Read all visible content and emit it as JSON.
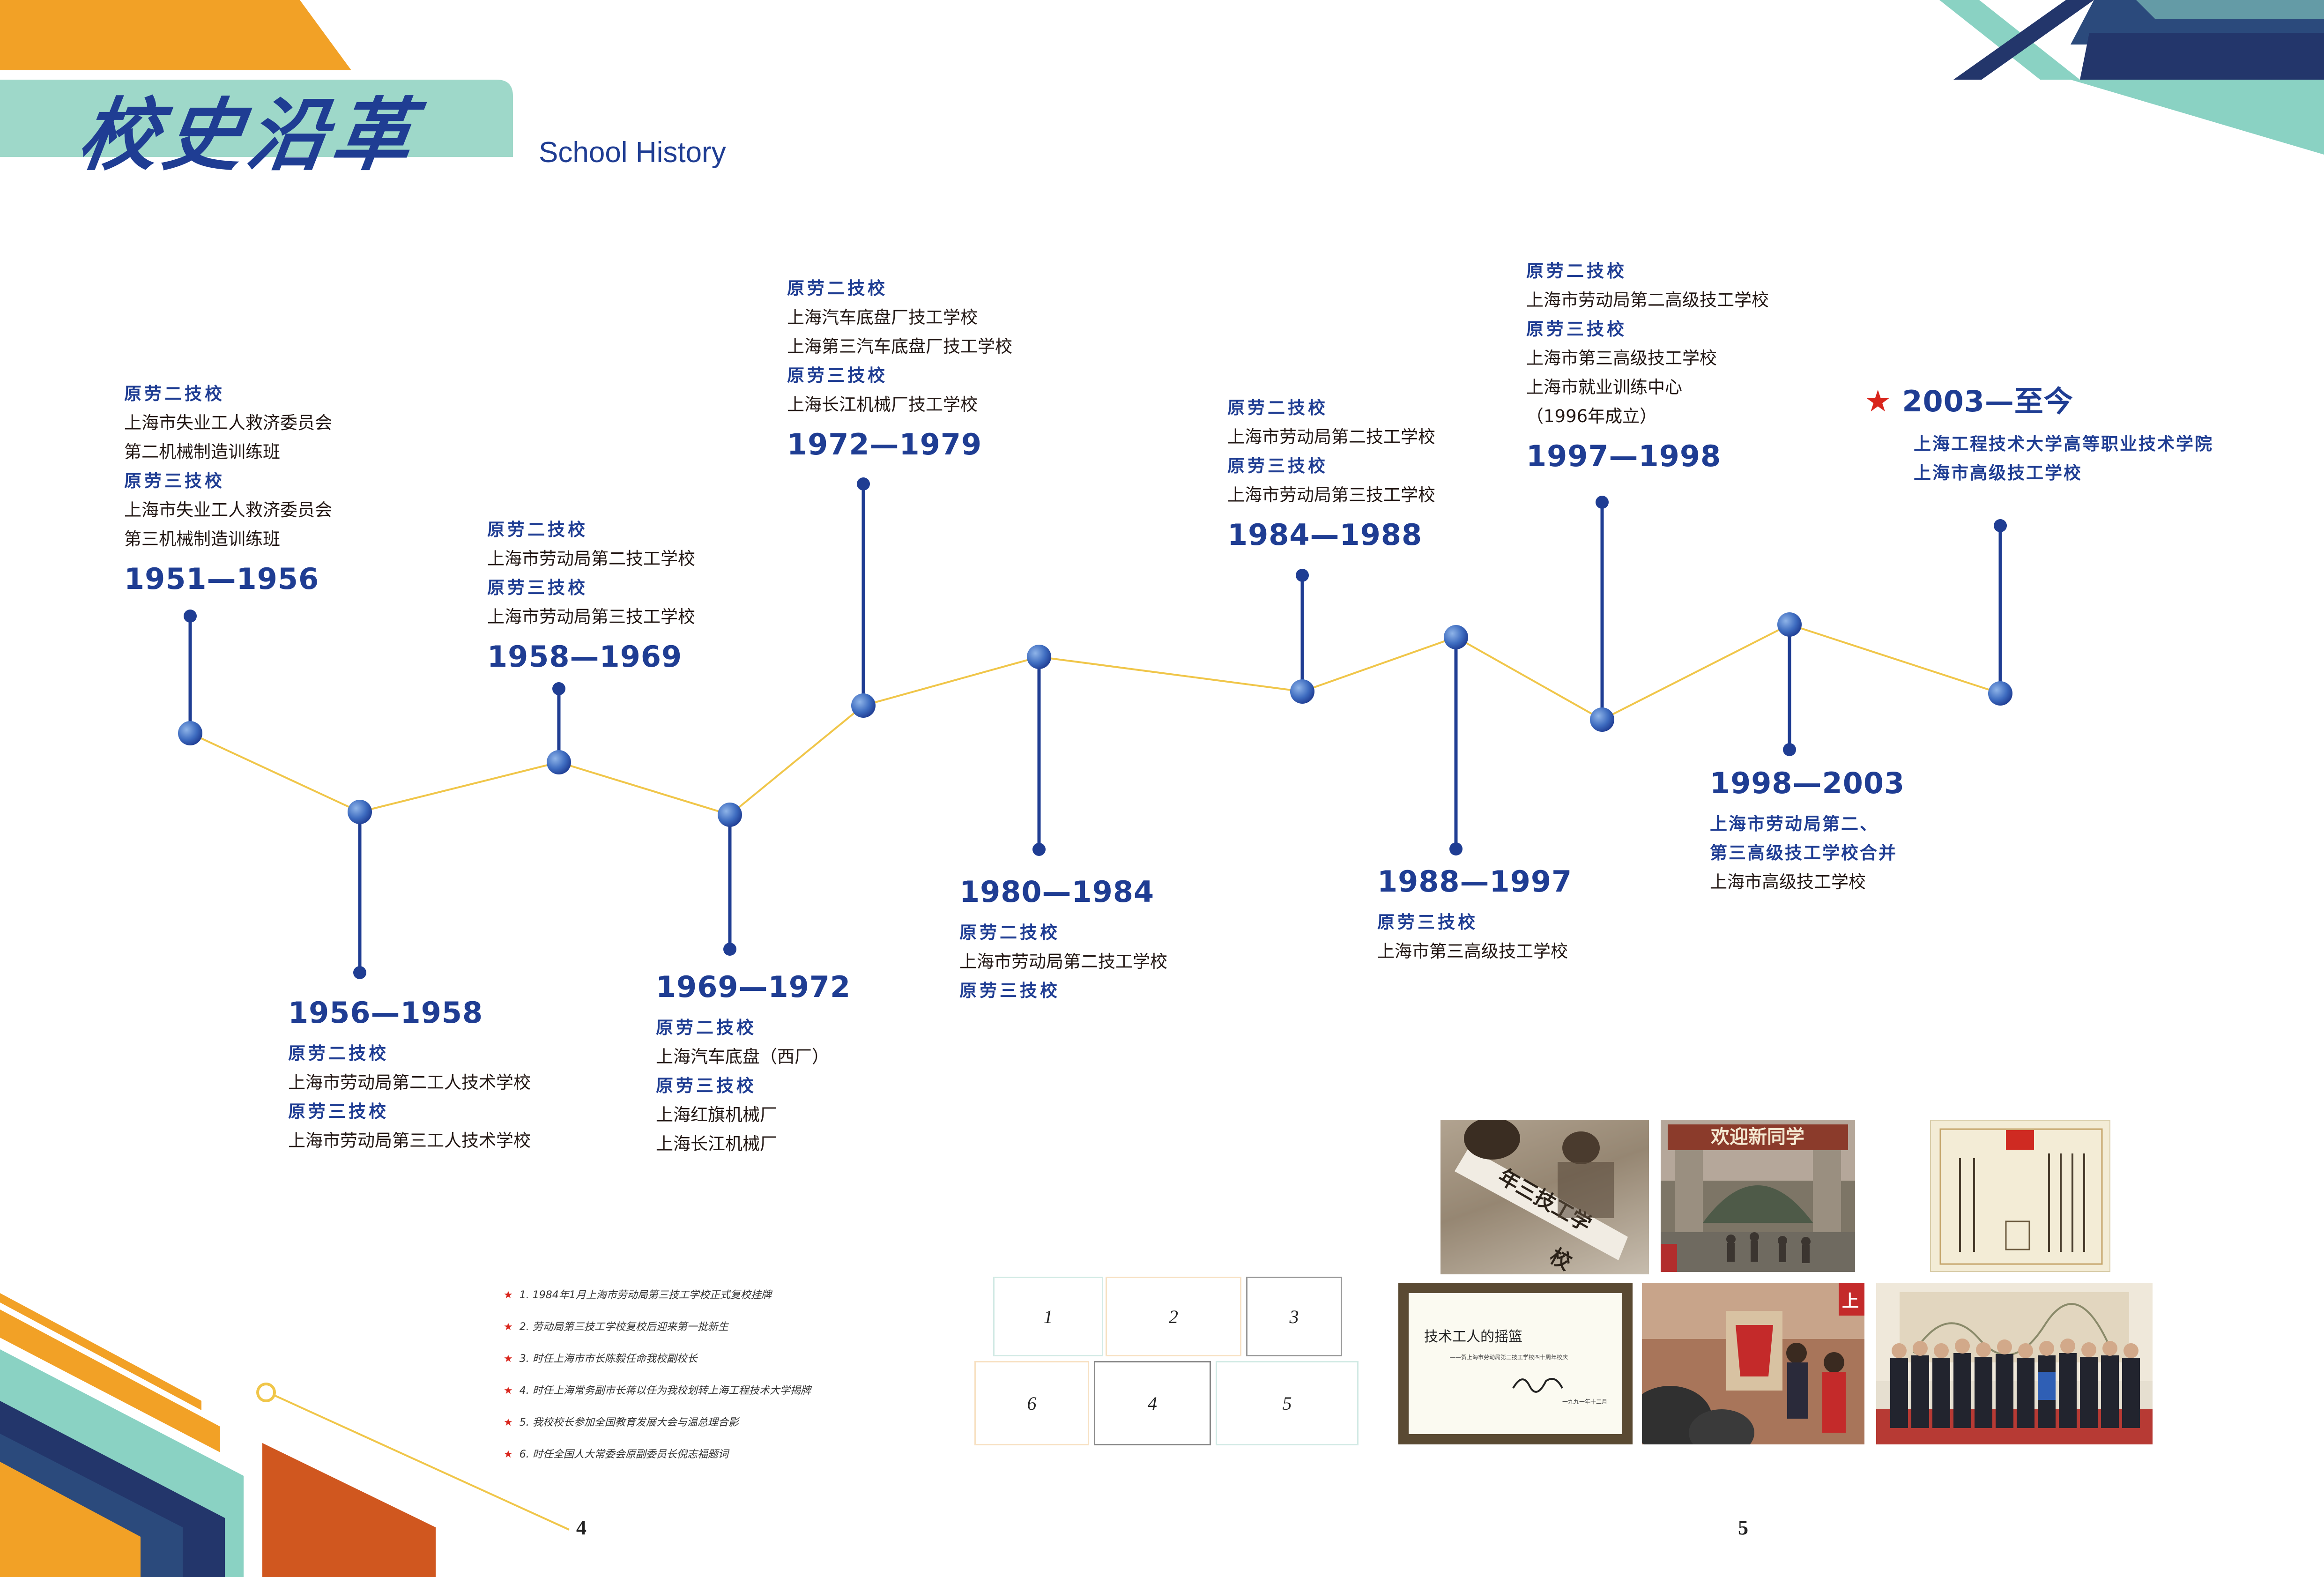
{
  "header": {
    "title_cn": "校史沿革",
    "title_en": "School History"
  },
  "timeline": [
    {
      "year": "1951—1956",
      "lines": [
        {
          "t": "原劳二技校",
          "bold": true
        },
        {
          "t": "上海市失业工人救济委员会"
        },
        {
          "t": "第二机械制造训练班"
        },
        {
          "t": "原劳三技校",
          "bold": true
        },
        {
          "t": "上海市失业工人救济委员会"
        },
        {
          "t": "第三机械制造训练班"
        }
      ]
    },
    {
      "year": "1956—1958",
      "lines": [
        {
          "t": "原劳二技校",
          "bold": true
        },
        {
          "t": "上海市劳动局第二工人技术学校"
        },
        {
          "t": "原劳三技校",
          "bold": true
        },
        {
          "t": "上海市劳动局第三工人技术学校"
        }
      ]
    },
    {
      "year": "1958—1969",
      "lines": [
        {
          "t": "原劳二技校",
          "bold": true
        },
        {
          "t": "上海市劳动局第二技工学校"
        },
        {
          "t": "原劳三技校",
          "bold": true
        },
        {
          "t": "上海市劳动局第三技工学校"
        }
      ]
    },
    {
      "year": "1969—1972",
      "lines": [
        {
          "t": "原劳二技校",
          "bold": true
        },
        {
          "t": "上海汽车底盘（西厂）"
        },
        {
          "t": "原劳三技校",
          "bold": true
        },
        {
          "t": "上海红旗机械厂"
        },
        {
          "t": "上海长江机械厂"
        }
      ]
    },
    {
      "year": "1972—1979",
      "lines": [
        {
          "t": "原劳二技校",
          "bold": true
        },
        {
          "t": "上海汽车底盘厂技工学校"
        },
        {
          "t": "上海第三汽车底盘厂技工学校"
        },
        {
          "t": "原劳三技校",
          "bold": true
        },
        {
          "t": "上海长江机械厂技工学校"
        }
      ]
    },
    {
      "year": "1980—1984",
      "lines": [
        {
          "t": "原劳二技校",
          "bold": true
        },
        {
          "t": "上海市劳动局第二技工学校"
        },
        {
          "t": "原劳三技校",
          "bold": true
        }
      ]
    },
    {
      "year": "1984—1988",
      "lines": [
        {
          "t": "原劳二技校",
          "bold": true
        },
        {
          "t": "上海市劳动局第二技工学校"
        },
        {
          "t": "原劳三技校",
          "bold": true
        },
        {
          "t": "上海市劳动局第三技工学校"
        }
      ]
    },
    {
      "year": "1988—1997",
      "lines": [
        {
          "t": "原劳三技校",
          "bold": true
        },
        {
          "t": "上海市第三高级技工学校"
        }
      ]
    },
    {
      "year": "1997—1998",
      "lines": [
        {
          "t": "原劳二技校",
          "bold": true
        },
        {
          "t": "上海市劳动局第二高级技工学校"
        },
        {
          "t": "原劳三技校",
          "bold": true
        },
        {
          "t": "上海市第三高级技工学校"
        },
        {
          "t": "上海市就业训练中心"
        },
        {
          "t": "（1996年成立）"
        }
      ]
    },
    {
      "year": "1998—2003",
      "lines": [
        {
          "t": "上海市劳动局第二、",
          "bold": true
        },
        {
          "t": "第三高级技工学校合并",
          "bold": true
        },
        {
          "t": "上海市高级技工学校"
        }
      ]
    },
    {
      "year": "2003—至今",
      "star": "★",
      "lines": [
        {
          "t": "上海工程技术大学高等职业技术学院",
          "bold": true
        },
        {
          "t": "上海市高级技工学校",
          "bold": true
        }
      ]
    }
  ],
  "captions": [
    "1. 1984年1月上海市劳动局第三技工学校正式复校挂牌",
    "2. 劳动局第三技工学校复校后迎来第一批新生",
    "3. 时任上海市市长陈毅任命我校副校长",
    "4. 时任上海常务副市长蒋以任为我校划转上海工程技术大学揭牌",
    "5. 我校校长参加全国教育发展大会与温总理合影",
    "6. 时任全国人大常委会原副委员长倪志福题词"
  ],
  "photo_index": [
    "1",
    "2",
    "3",
    "6",
    "4",
    "5"
  ],
  "photos": {
    "p2_sign": "欢迎新同学",
    "p6_text": "技术工人的摇篮",
    "p6_sub": "——贺上海市劳动局第三技工学校四十周年校庆",
    "p6_date": "一九九一年十二月",
    "p4_side": "上"
  },
  "page_numbers": {
    "left": "4",
    "right": "5"
  },
  "colors": {
    "navy": "#1f3d93",
    "orange": "#f2a126",
    "teal": "#8ad2c3",
    "dark_navy": "#23366b",
    "rust": "#d0571f",
    "line": "#f0c64a",
    "red": "#d9251c"
  }
}
